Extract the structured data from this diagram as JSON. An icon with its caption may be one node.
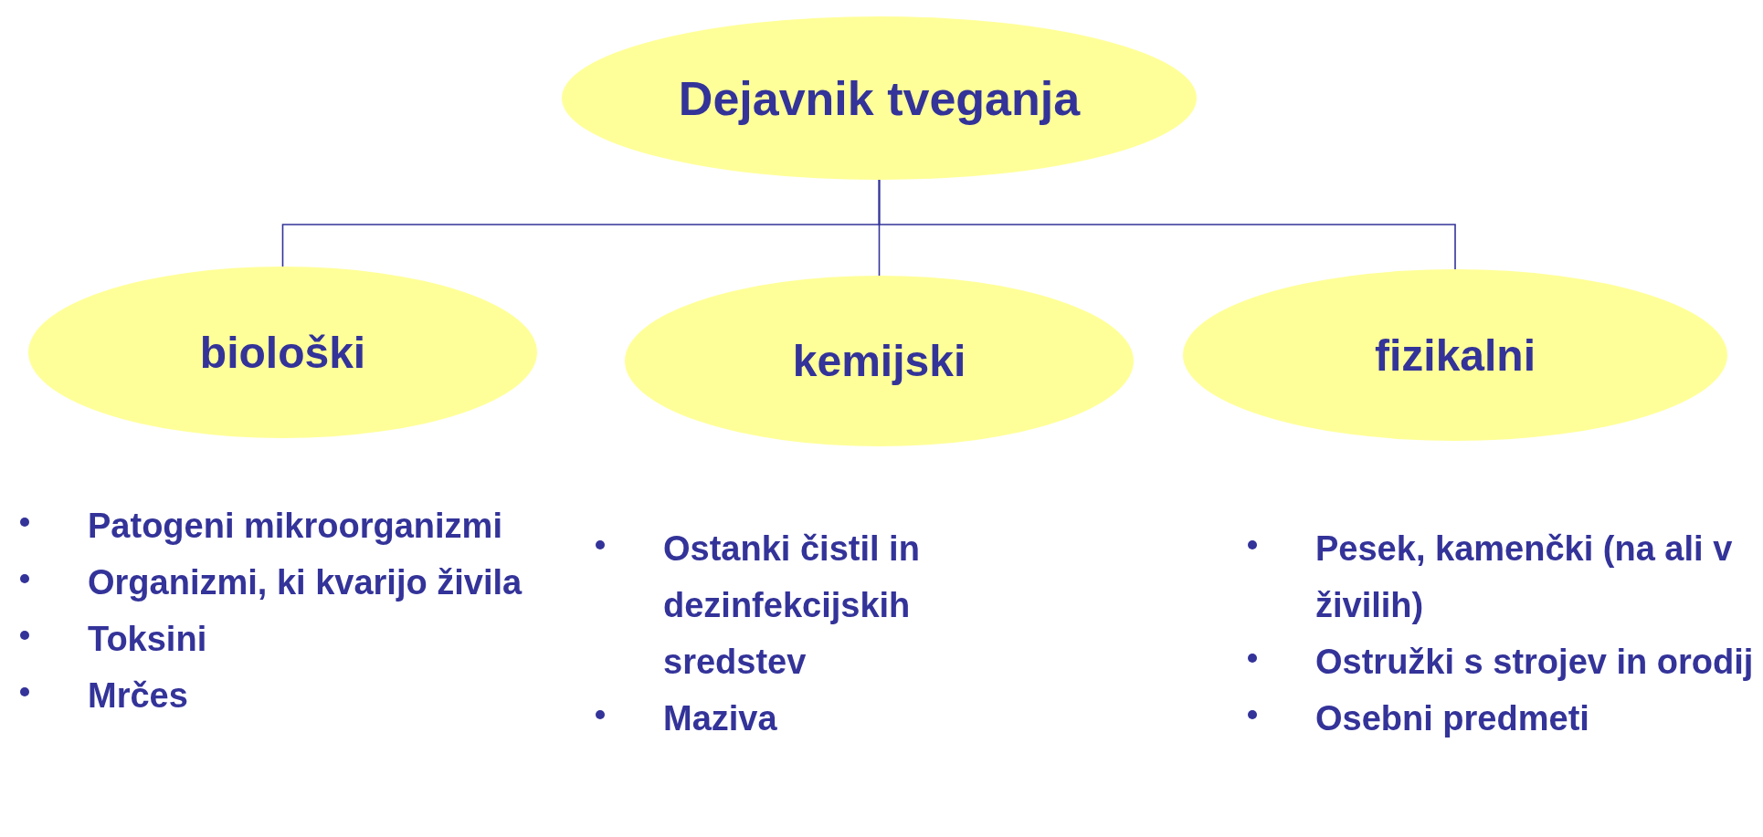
{
  "diagram": {
    "nodes": [
      {
        "text": [
          "Dejavnik tveganja"
        ]
      },
      {
        "text": [
          "biološki"
        ],
        "beside": [
          "Patogeni mikroorganizmi",
          "Organizmi, ki kvarijo živila",
          "Toksini",
          "Mrčes"
        ]
      },
      {
        "text": [
          "kemijski"
        ],
        "beside": [
          "Ostanki čistil in dezinfekcijskih sredstev",
          "Maziva"
        ]
      },
      {
        "text": [
          "fizikalni"
        ],
        "beside": [
          "Pesek, kamenčki (na ali v živilih)",
          "Ostružki s strojev in orodij",
          "Osebni predmeti"
        ]
      }
    ],
    "edges": [
      {
        "from": 0,
        "to": 1,
        "arrow": "none"
      },
      {
        "from": 0,
        "to": 2,
        "arrow": "none"
      },
      {
        "from": 0,
        "to": 3,
        "arrow": "none"
      }
    ]
  }
}
